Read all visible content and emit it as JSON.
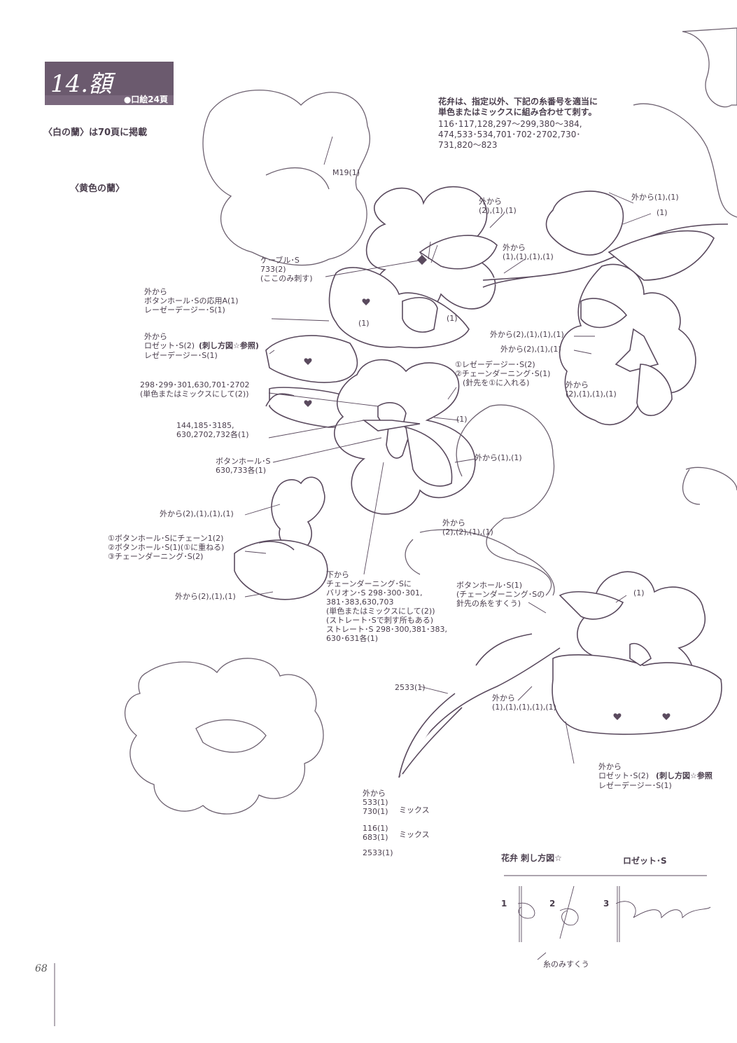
{
  "header": {
    "number_title": "14.額",
    "subtitle": "●口絵24頁"
  },
  "notes": {
    "white_orchid": "〈白の蘭〉は70頁に掲載",
    "yellow_orchid": "〈黄色の蘭〉",
    "petal_note_bold": "花弁は、指定以外、下記の糸番号を適当に\n単色またはミックスに組み合わせて刺す。",
    "petal_note_numbers": "116･117,128,297〜299,380〜384,\n474,533･534,701･702･2702,730･\n731,820〜823"
  },
  "labels": {
    "m19": "M19(1)",
    "cable": "ケーブル･S\n733(2)\n(ここのみ刺す)",
    "out_211": "外から\n(2),(1),(1)",
    "out_1111": "外から\n(1),(1),(1),(1)",
    "out_11_top": "外から(1),(1)",
    "one_a": "(1)",
    "buttonhole_a": "外から\nボタンホール･Sの応用A(1)\nレーゼーデージー･S(1)",
    "one_b": "(1)",
    "one_c": "(1)",
    "rosette_left_pre": "外から\nロゼット･S(2)",
    "rosette_left_bold": "(刺し方図☆参照)",
    "rosette_left_post": "レゼーデージー･S(1)",
    "out_2111": "外から(2),(1),(1),(1)",
    "out_211b": "外から(2),(1),(1)",
    "out_2111b": "外から\n(2),(1),(1),(1)",
    "lazy_daisy": "①レゼーデージー･S(2)\n②チェーンダーニング･S(1)\n　(針先を①に入れる)",
    "nums_298": "298･299･301,630,701･2702\n(単色またはミックスにして(2))",
    "one_d": "(1)",
    "nums_144": "144,185･3185,\n630,2702,732各(1)",
    "buttonhole_b": "ボタンホール･S\n630,733各(1)",
    "out_11_mid": "外から(1),(1)",
    "out_2111c": "外から(2),(1),(1),(1)",
    "steps": "①ボタンホール･Sにチェーン1(2)\n②ボタンホール･S(1)(①に重ねる)\n③チェーンダーニング･S(2)",
    "out_2111d": "外から\n(2),(2),(1),(1)",
    "out_211c": "外から(2),(1),(1)",
    "bottom_center": "下から\nチェーンダーニング･Sに\nバリオン･S 298･300･301,\n381･383,630,703\n(単色またはミックスにして(2))\n(ストレート･Sで刺す所もある)\nストレート･S 298･300,381･383,\n630･631各(1)",
    "buttonhole_c": "ボタンホール･S(1)\n(チェーンダーニング･Sの\n針先の糸をすくう)",
    "one_e": "(1)",
    "n2533": "2533(1)",
    "out_11111": "外から\n(1),(1),(1),(1),(1)",
    "rosette_right_pre": "外から\nロゼット･S(2)",
    "rosette_right_bold": "(刺し方図☆参照",
    "rosette_right_post": "レゼーデージー･S(1)",
    "leaf_nums_a": "外から\n533(1)\n730(1)",
    "mix_a": "ミックス",
    "leaf_nums_b": "116(1)\n683(1)",
    "mix_b": "ミックス",
    "leaf_nums_c": "2533(1)"
  },
  "diagram": {
    "title": "花弁 刺し方図☆",
    "rosette_title": "ロゼット･S",
    "step1": "1",
    "step2": "2",
    "step3": "3",
    "caption": "糸のみすくう"
  },
  "page_number": "68"
}
